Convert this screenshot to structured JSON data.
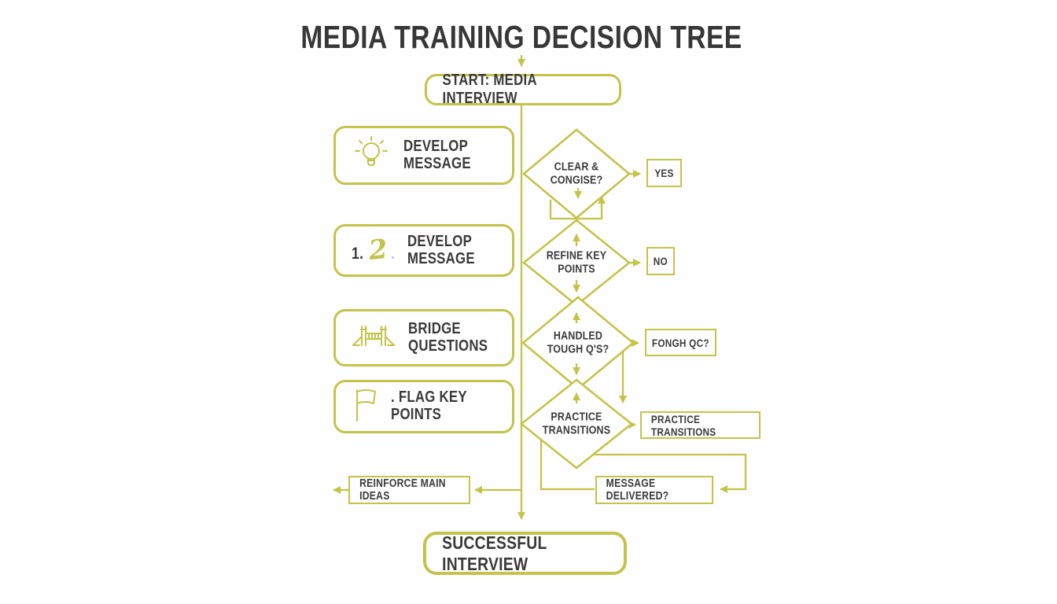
{
  "title": "MEDIA TRAINING DECISION TREE",
  "accent_color": "#c4c34a",
  "text_color": "#3a3a3a",
  "start": {
    "label": "START: MEDIA INTERVIEW"
  },
  "left_boxes": [
    {
      "icon": "lightbulb-icon",
      "label": "DEVELOP\nMESSAGE"
    },
    {
      "icon": "numeral-2-icon",
      "prefix": "1.",
      "numeral": "2",
      "dot": ".",
      "label": "DEVELOP MESSAGE"
    },
    {
      "icon": "bridge-icon",
      "label": "BRIDGE\nQUESTIONS"
    },
    {
      "icon": "flag-icon",
      "label": ". FLAG KEY POINTS"
    }
  ],
  "diamonds": [
    {
      "label": "CLEAR &\nCONGISE?"
    },
    {
      "label": "REFINE KEY\nPOINTS"
    },
    {
      "label": "HANDLED\nTOUGH Q'S?"
    },
    {
      "label": "PRACTICE\nTRANSITIONS"
    }
  ],
  "right_boxes": [
    {
      "label": "YES"
    },
    {
      "label": "NO"
    },
    {
      "label": "FONGH QC?"
    },
    {
      "label": "PRACTICE TRANSITIONS"
    }
  ],
  "bottom_boxes": [
    {
      "label": "REINFORCE MAIN IDEAS"
    },
    {
      "label": "MESSAGE DELIVERED?"
    }
  ],
  "final": {
    "label": "SUCCESSFUL INTERVIEW"
  }
}
